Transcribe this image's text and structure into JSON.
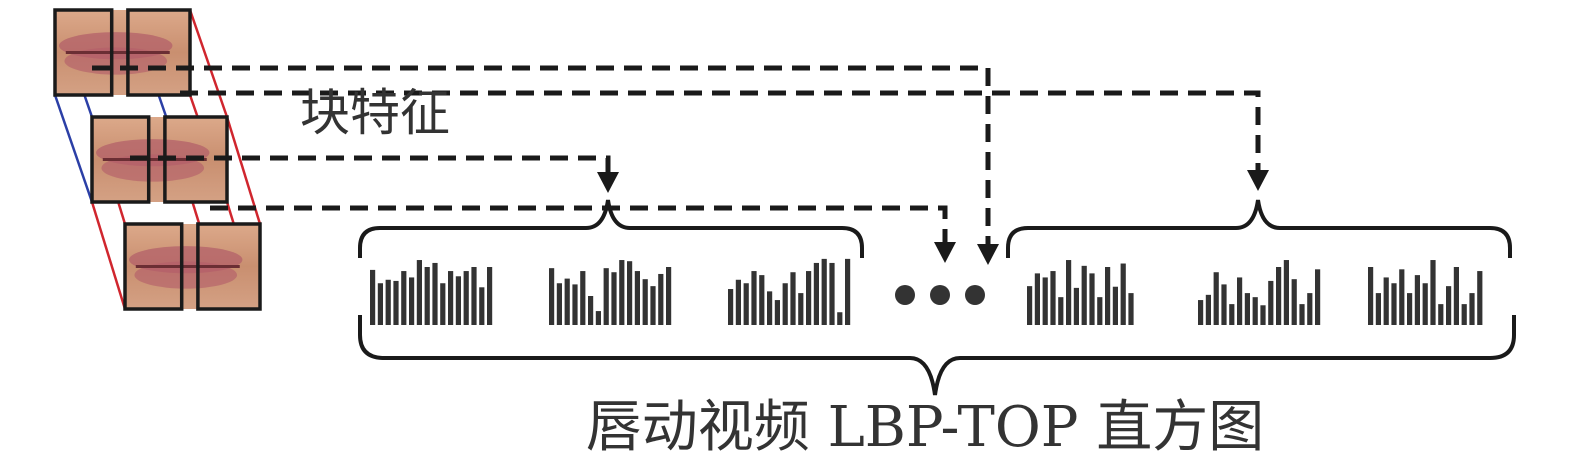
{
  "labels": {
    "block_feature": "块特征",
    "caption": "唇动视频 LBP-TOP 直方图"
  },
  "colors": {
    "stroke": "#1a1a1a",
    "bar": "#333333",
    "frame_edge_red": "#d0262e",
    "frame_edge_blue": "#2b3fa6",
    "skin_light": "#d7a485",
    "skin_mid": "#c48a6b",
    "lip": "#b3606a"
  },
  "frames": [
    {
      "name": "frame-1"
    },
    {
      "name": "frame-2"
    },
    {
      "name": "frame-3"
    }
  ],
  "histograms": [
    {
      "name": "histogram-1",
      "values": [
        0.95,
        0.72,
        0.78,
        0.76,
        0.93,
        0.82,
        1.12,
        1.0,
        1.07,
        0.72,
        0.93,
        0.84,
        0.93,
        1.0,
        0.65,
        1.0
      ]
    },
    {
      "name": "histogram-2",
      "values": [
        0.98,
        0.72,
        0.8,
        0.7,
        0.93,
        0.5,
        0.24,
        0.98,
        0.91,
        1.12,
        1.1,
        0.93,
        0.79,
        0.67,
        0.88,
        1.0
      ]
    },
    {
      "name": "histogram-3",
      "values": [
        0.62,
        0.78,
        0.72,
        0.93,
        0.86,
        0.58,
        0.43,
        0.72,
        0.91,
        0.55,
        0.93,
        1.07,
        1.14,
        1.07,
        0.22,
        1.14
      ]
    },
    {
      "name": "histogram-4",
      "values": [
        0.67,
        0.89,
        0.82,
        0.93,
        0.48,
        1.12,
        0.64,
        1.02,
        0.89,
        0.48,
        1.0,
        0.66,
        1.06,
        0.55
      ]
    },
    {
      "name": "histogram-5",
      "values": [
        0.43,
        0.52,
        0.91,
        0.7,
        0.36,
        0.82,
        0.55,
        0.48,
        0.34,
        0.76,
        1.0,
        1.12,
        0.79,
        0.36,
        0.55,
        0.96
      ]
    },
    {
      "name": "histogram-6",
      "values": [
        1.0,
        0.55,
        0.82,
        0.72,
        0.96,
        0.55,
        0.86,
        0.72,
        1.12,
        0.36,
        0.67,
        1.0,
        0.36,
        0.55,
        0.93
      ]
    }
  ]
}
